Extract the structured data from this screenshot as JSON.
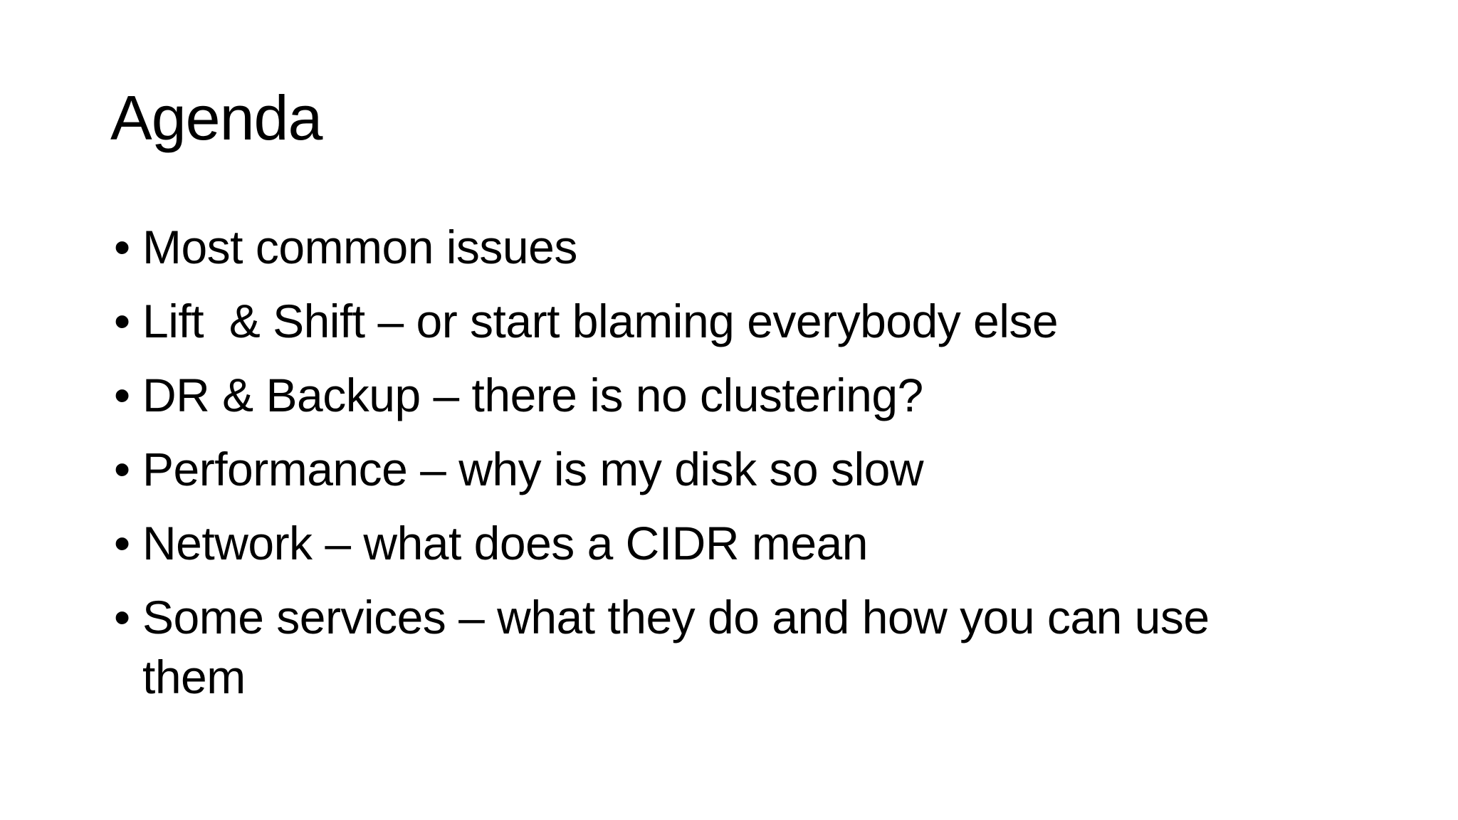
{
  "slide": {
    "title": "Agenda",
    "bullet_char": "•",
    "items": [
      "Most common issues",
      "Lift  & Shift – or start blaming everybody else",
      "DR & Backup – there is no clustering?",
      "Performance – why is my disk so slow",
      "Network – what does a CIDR mean",
      "Some services – what they do and how you can use them"
    ],
    "colors": {
      "background": "#ffffff",
      "text": "#000000"
    }
  }
}
